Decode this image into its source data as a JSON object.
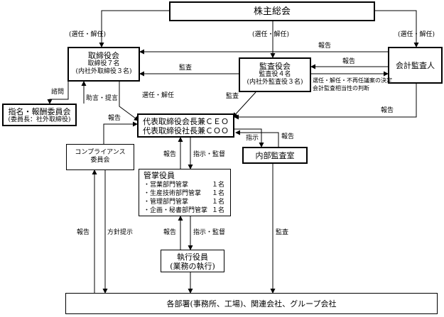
{
  "nodes": {
    "shareholders": {
      "title": "株主総会"
    },
    "board": {
      "title": "取締役会",
      "lines": [
        "取締役７名",
        "(内社外取締役３名)"
      ]
    },
    "audit_board": {
      "title": "監査役会",
      "lines": [
        "監査役４名",
        "(内社外監査役３名)"
      ]
    },
    "auditor": {
      "title": "会計監査人"
    },
    "nomination": {
      "title": "指名・報酬委員会",
      "lines": [
        "(委員長：社外取締役)"
      ]
    },
    "ceo": {
      "lines": [
        "代表取締役会長兼ＣＥＯ",
        "代表取締役社長兼ＣＯＯ"
      ]
    },
    "compliance": {
      "lines": [
        "コンプライアンス",
        "委員会"
      ]
    },
    "internal_audit": {
      "title": "内部監査室"
    },
    "officers": {
      "title": "管掌役員",
      "items": [
        {
          "label": "・営業部門管掌",
          "count": "１名"
        },
        {
          "label": "・生産技術部門管掌",
          "count": "１名"
        },
        {
          "label": "・管理部門管掌",
          "count": "１名"
        },
        {
          "label": "・企画・秘書部門管掌",
          "count": "１名"
        }
      ]
    },
    "executives": {
      "lines": [
        "執行役員",
        "(業務の執行)"
      ]
    },
    "departments": {
      "title": "各部署(事務所、工場)、関連会社、グループ会社"
    }
  },
  "labels": {
    "elect_left": "(選任・解任)",
    "elect_mid": "(選任・解任)",
    "elect_right": "(選任・解任)",
    "report_auditor_top": "報告",
    "report_auditor_audit": "報告",
    "audit_board_to_board": "監査",
    "auditor_decision_1": "選任・解任・不再任議案の決定",
    "auditor_decision_2": "会計監査相当性の判断",
    "consult": "諮問",
    "advise": "助言・提言",
    "board_elect_ceo": "選任・解任",
    "audit_ceo": "監査",
    "report_ceo_auditor": "報告",
    "report_compliance": "報告",
    "instruct_internal": "指示",
    "report_internal": "報告",
    "report_officers": "報告",
    "instruct_officers": "指示・監督",
    "report_dept_comp": "報告",
    "policy": "方針提示",
    "report_exec": "報告",
    "instruct_exec": "指示・監督",
    "audit_internal": "監査"
  }
}
